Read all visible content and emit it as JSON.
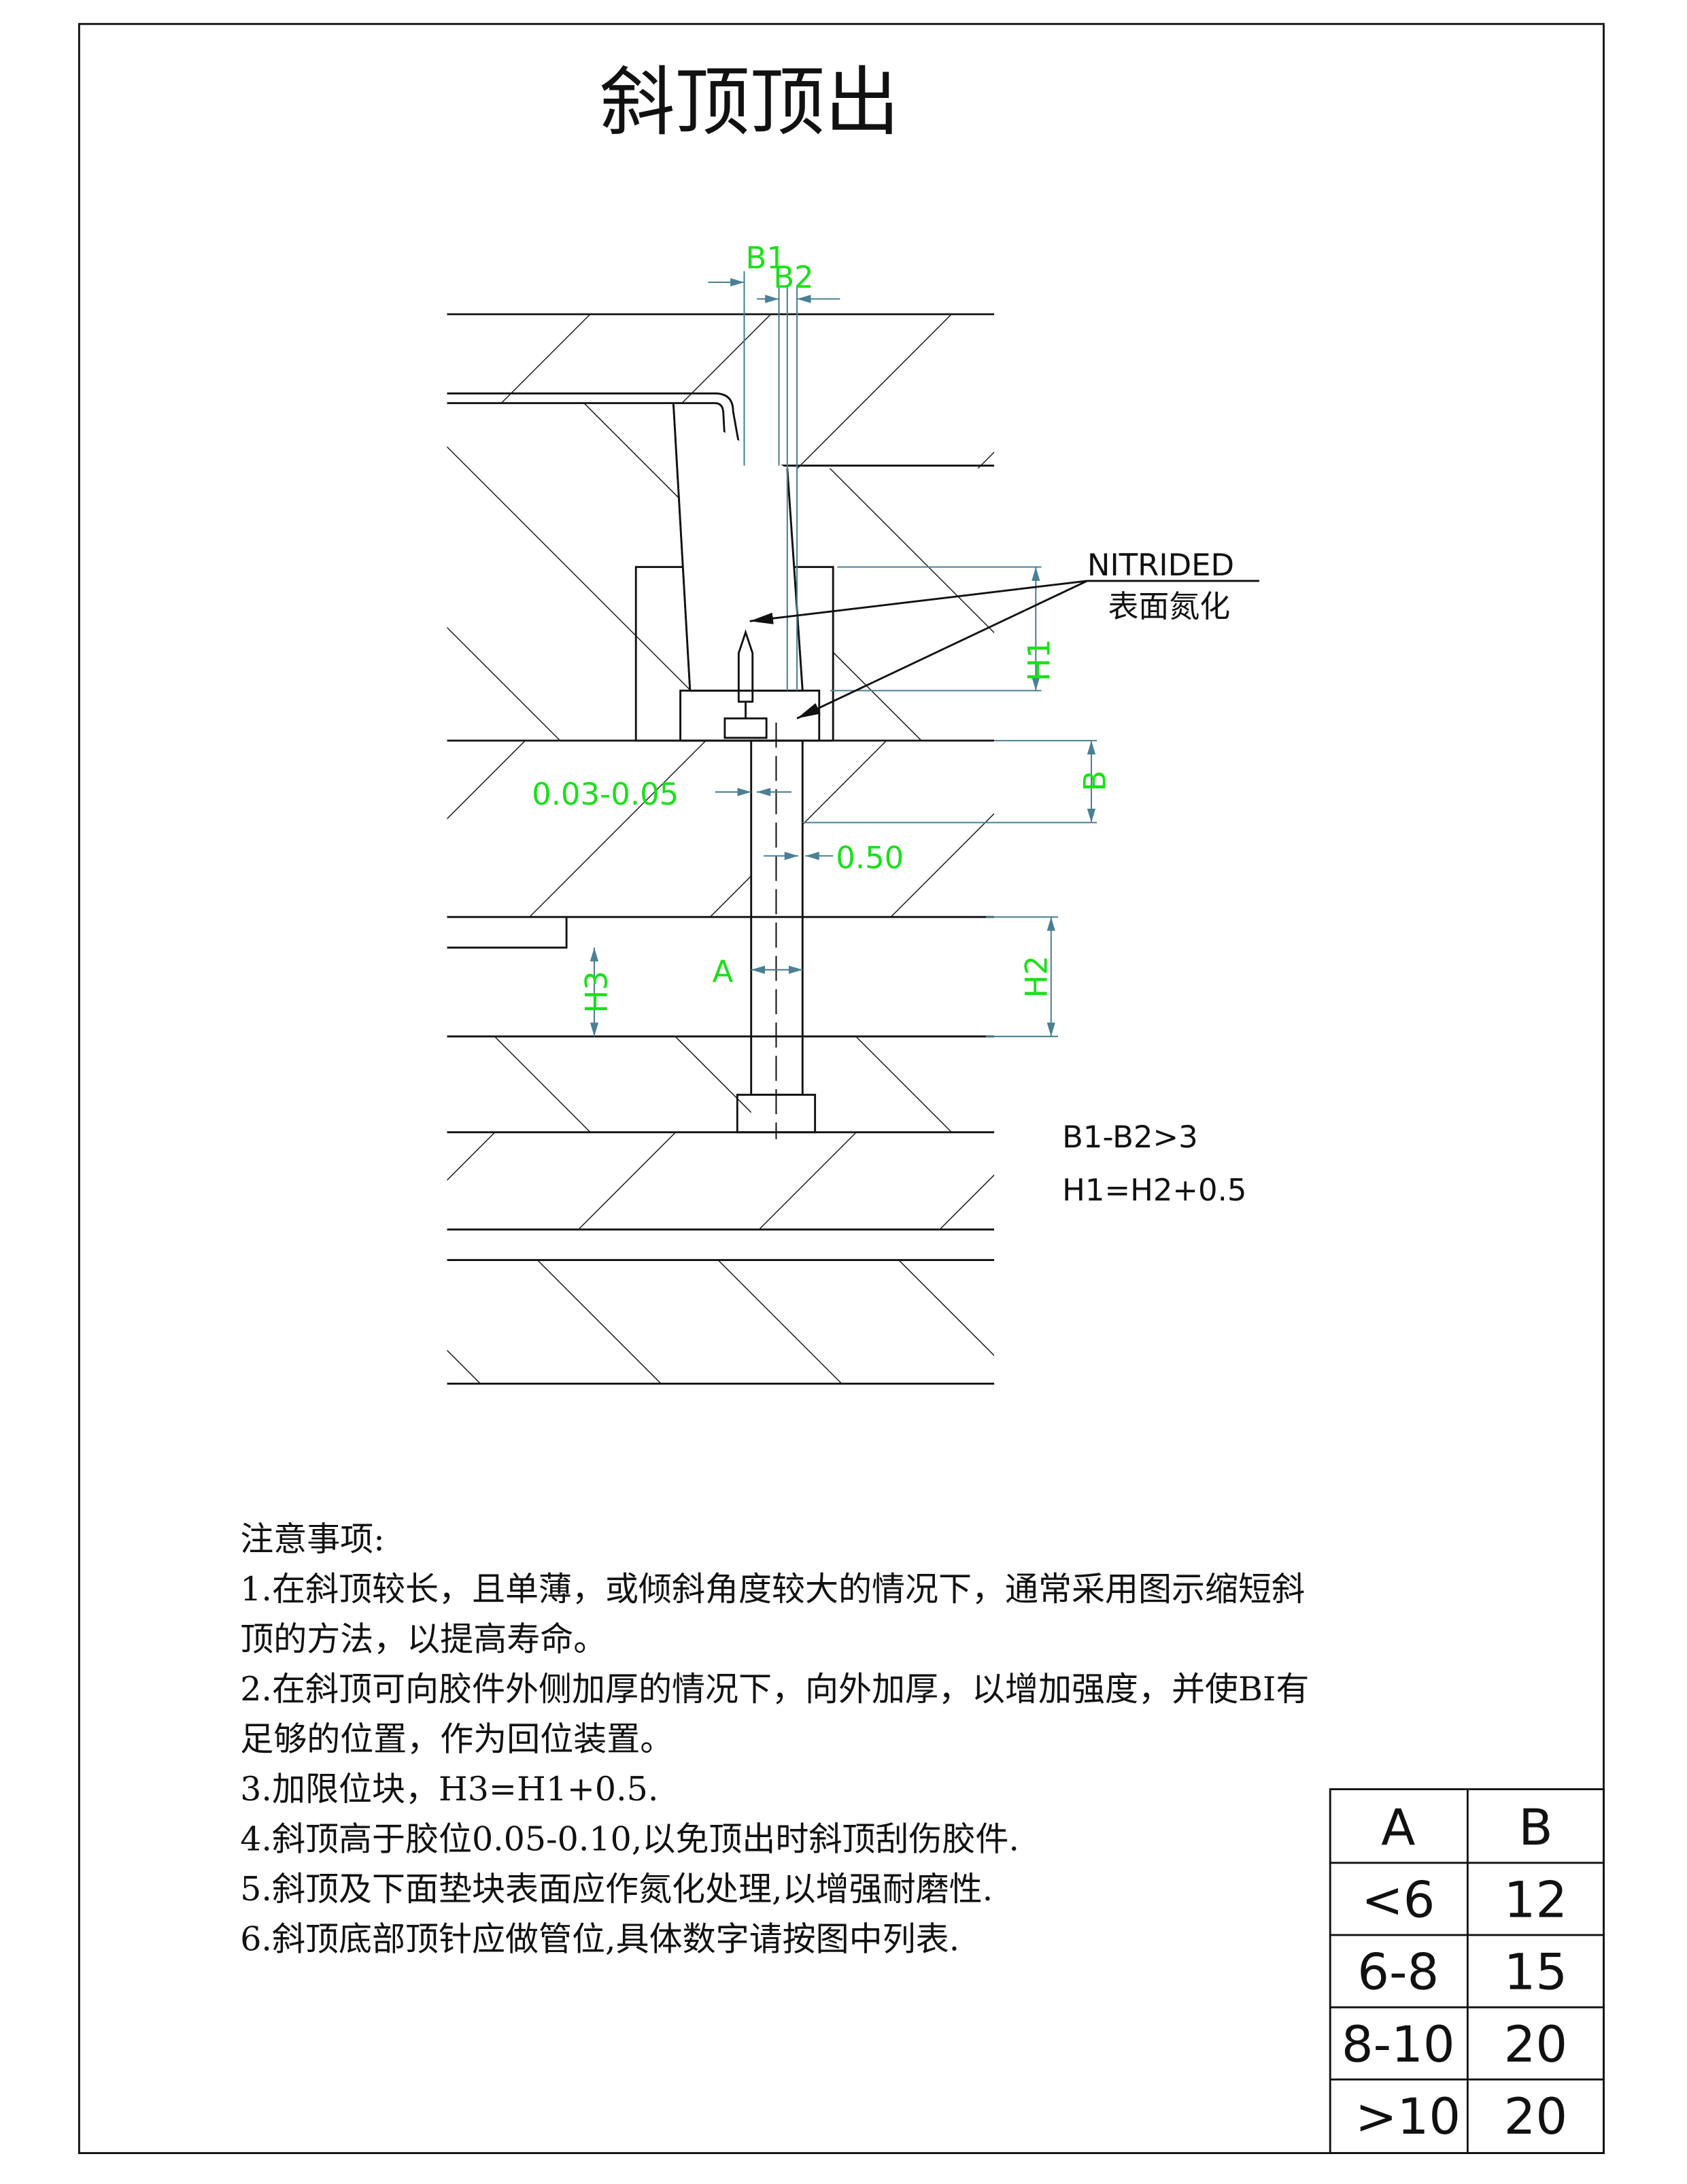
{
  "title": "斜顶顶出",
  "labels": {
    "b1": "B1",
    "b2": "B2",
    "h1": "H1",
    "h2": "H2",
    "h3": "H3",
    "b": "B",
    "a": "A",
    "gap": "0.03-0.05",
    "clearance": "0.50",
    "nitrided": "NITRIDED",
    "nitrided_cn": "表面氮化"
  },
  "formulas": [
    "B1-B2>3",
    "H1=H2+0.5"
  ],
  "notes": {
    "heading": "注意事项:",
    "lines": [
      "1.在斜顶较长，且单薄，或倾斜角度较大的情况下，通常采用图示缩短斜",
      "顶的方法，以提高寿命。",
      "2.在斜顶可向胶件外侧加厚的情况下，向外加厚，以增加强度，并使BI有",
      "足够的位置，作为回位装置。",
      "3.加限位块，H3=H1+0.5.",
      "4.斜顶高于胶位0.05-0.10,以免顶出时斜顶刮伤胶件.",
      "5.斜顶及下面垫块表面应作氮化处理,以增强耐磨性.",
      "6.斜顶底部顶针应做管位,具体数字请按图中列表."
    ]
  },
  "table": {
    "headers": [
      "A",
      "B"
    ],
    "rows": [
      [
        "<6",
        "12"
      ],
      [
        "6-8",
        "15"
      ],
      [
        "8-10",
        "20"
      ],
      [
        ">10",
        "20"
      ]
    ]
  },
  "colors": {
    "dimension_text": "#19e019",
    "dimension_line": "#4a7f95"
  }
}
